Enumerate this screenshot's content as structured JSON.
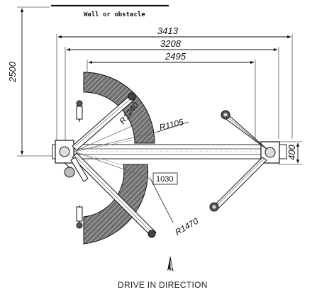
{
  "wall": {
    "label": "Wall or obstacle"
  },
  "dimensions": {
    "overall_width": "3413",
    "column_width": "3208",
    "inner_width": "2495",
    "depth": "2500",
    "base_depth": "400"
  },
  "radii": {
    "arm_swing_small": "R1240",
    "arm_swing_mid": "R1105",
    "arm_inner": "1030",
    "arm_swing_large": "R1470"
  },
  "drive": {
    "label": "DRIVE IN DIRECTION"
  }
}
